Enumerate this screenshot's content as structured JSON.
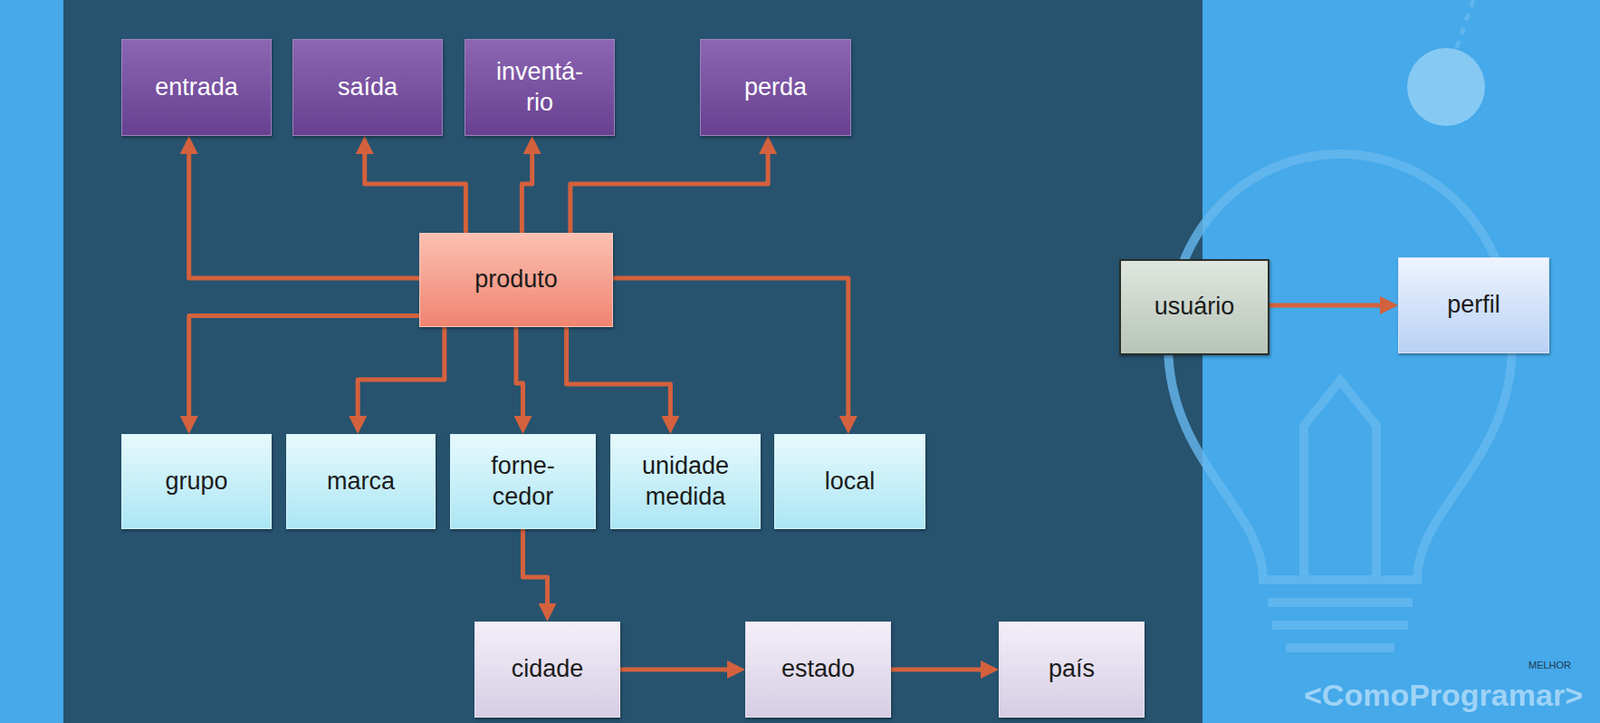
{
  "diagram": {
    "nodes": [
      {
        "text": [
          "entrada"
        ]
      },
      {
        "text": [
          "saída"
        ]
      },
      {
        "text": [
          "inventá-rio"
        ]
      },
      {
        "text": [
          "perda"
        ]
      },
      {
        "text": [
          "produto"
        ]
      },
      {
        "text": [
          "usuário"
        ]
      },
      {
        "text": [
          "perfil"
        ]
      },
      {
        "text": [
          "grupo"
        ]
      },
      {
        "text": [
          "marca"
        ]
      },
      {
        "text": [
          "forne-cedor"
        ]
      },
      {
        "text": [
          "unidade medida"
        ]
      },
      {
        "text": [
          "local"
        ]
      },
      {
        "text": [
          "cidade"
        ]
      },
      {
        "text": [
          "estado"
        ]
      },
      {
        "text": [
          "país"
        ]
      }
    ],
    "edges": [
      {
        "from": 4,
        "to": 0,
        "arrow": "to"
      },
      {
        "from": 4,
        "to": 1,
        "arrow": "to"
      },
      {
        "from": 4,
        "to": 2,
        "arrow": "to"
      },
      {
        "from": 4,
        "to": 3,
        "arrow": "to"
      },
      {
        "from": 4,
        "to": 7,
        "arrow": "to"
      },
      {
        "from": 4,
        "to": 8,
        "arrow": "to"
      },
      {
        "from": 4,
        "to": 9,
        "arrow": "to"
      },
      {
        "from": 4,
        "to": 10,
        "arrow": "to"
      },
      {
        "from": 4,
        "to": 11,
        "arrow": "to"
      },
      {
        "from": 9,
        "to": 12,
        "arrow": "to"
      },
      {
        "from": 12,
        "to": 13,
        "arrow": "to"
      },
      {
        "from": 13,
        "to": 14,
        "arrow": "to"
      },
      {
        "from": 5,
        "to": 6,
        "arrow": "to"
      }
    ],
    "labels": [
      "<ComoProgramar>",
      "MELHOR"
    ]
  }
}
